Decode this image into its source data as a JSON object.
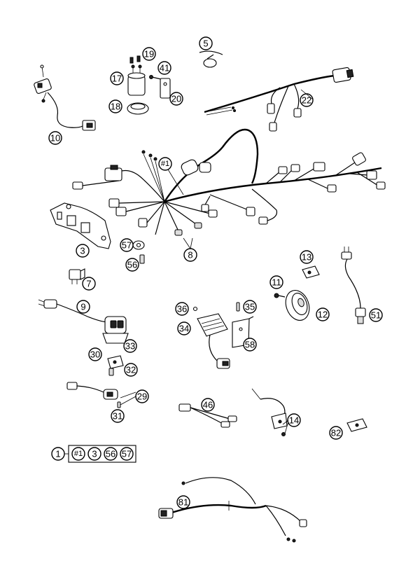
{
  "callouts": {
    "c1": "1",
    "c3": "3",
    "c5": "5",
    "c7": "7",
    "c8": "8",
    "c9": "9",
    "c10": "10",
    "c11": "11",
    "c12": "12",
    "c13": "13",
    "c14": "14",
    "c17": "17",
    "c18": "18",
    "c19": "19",
    "c20": "20",
    "c22": "22",
    "c29": "29",
    "c30": "30",
    "c31": "31",
    "c32": "32",
    "c33": "33",
    "c34": "34",
    "c35": "35",
    "c36": "36",
    "c41": "41",
    "c46": "46",
    "c51": "51",
    "c56": "56",
    "c57": "57",
    "c58": "58",
    "c81": "81",
    "c82": "82",
    "chash1": "#1"
  },
  "kit": {
    "items": [
      "#1",
      "3",
      "56",
      "57"
    ]
  }
}
